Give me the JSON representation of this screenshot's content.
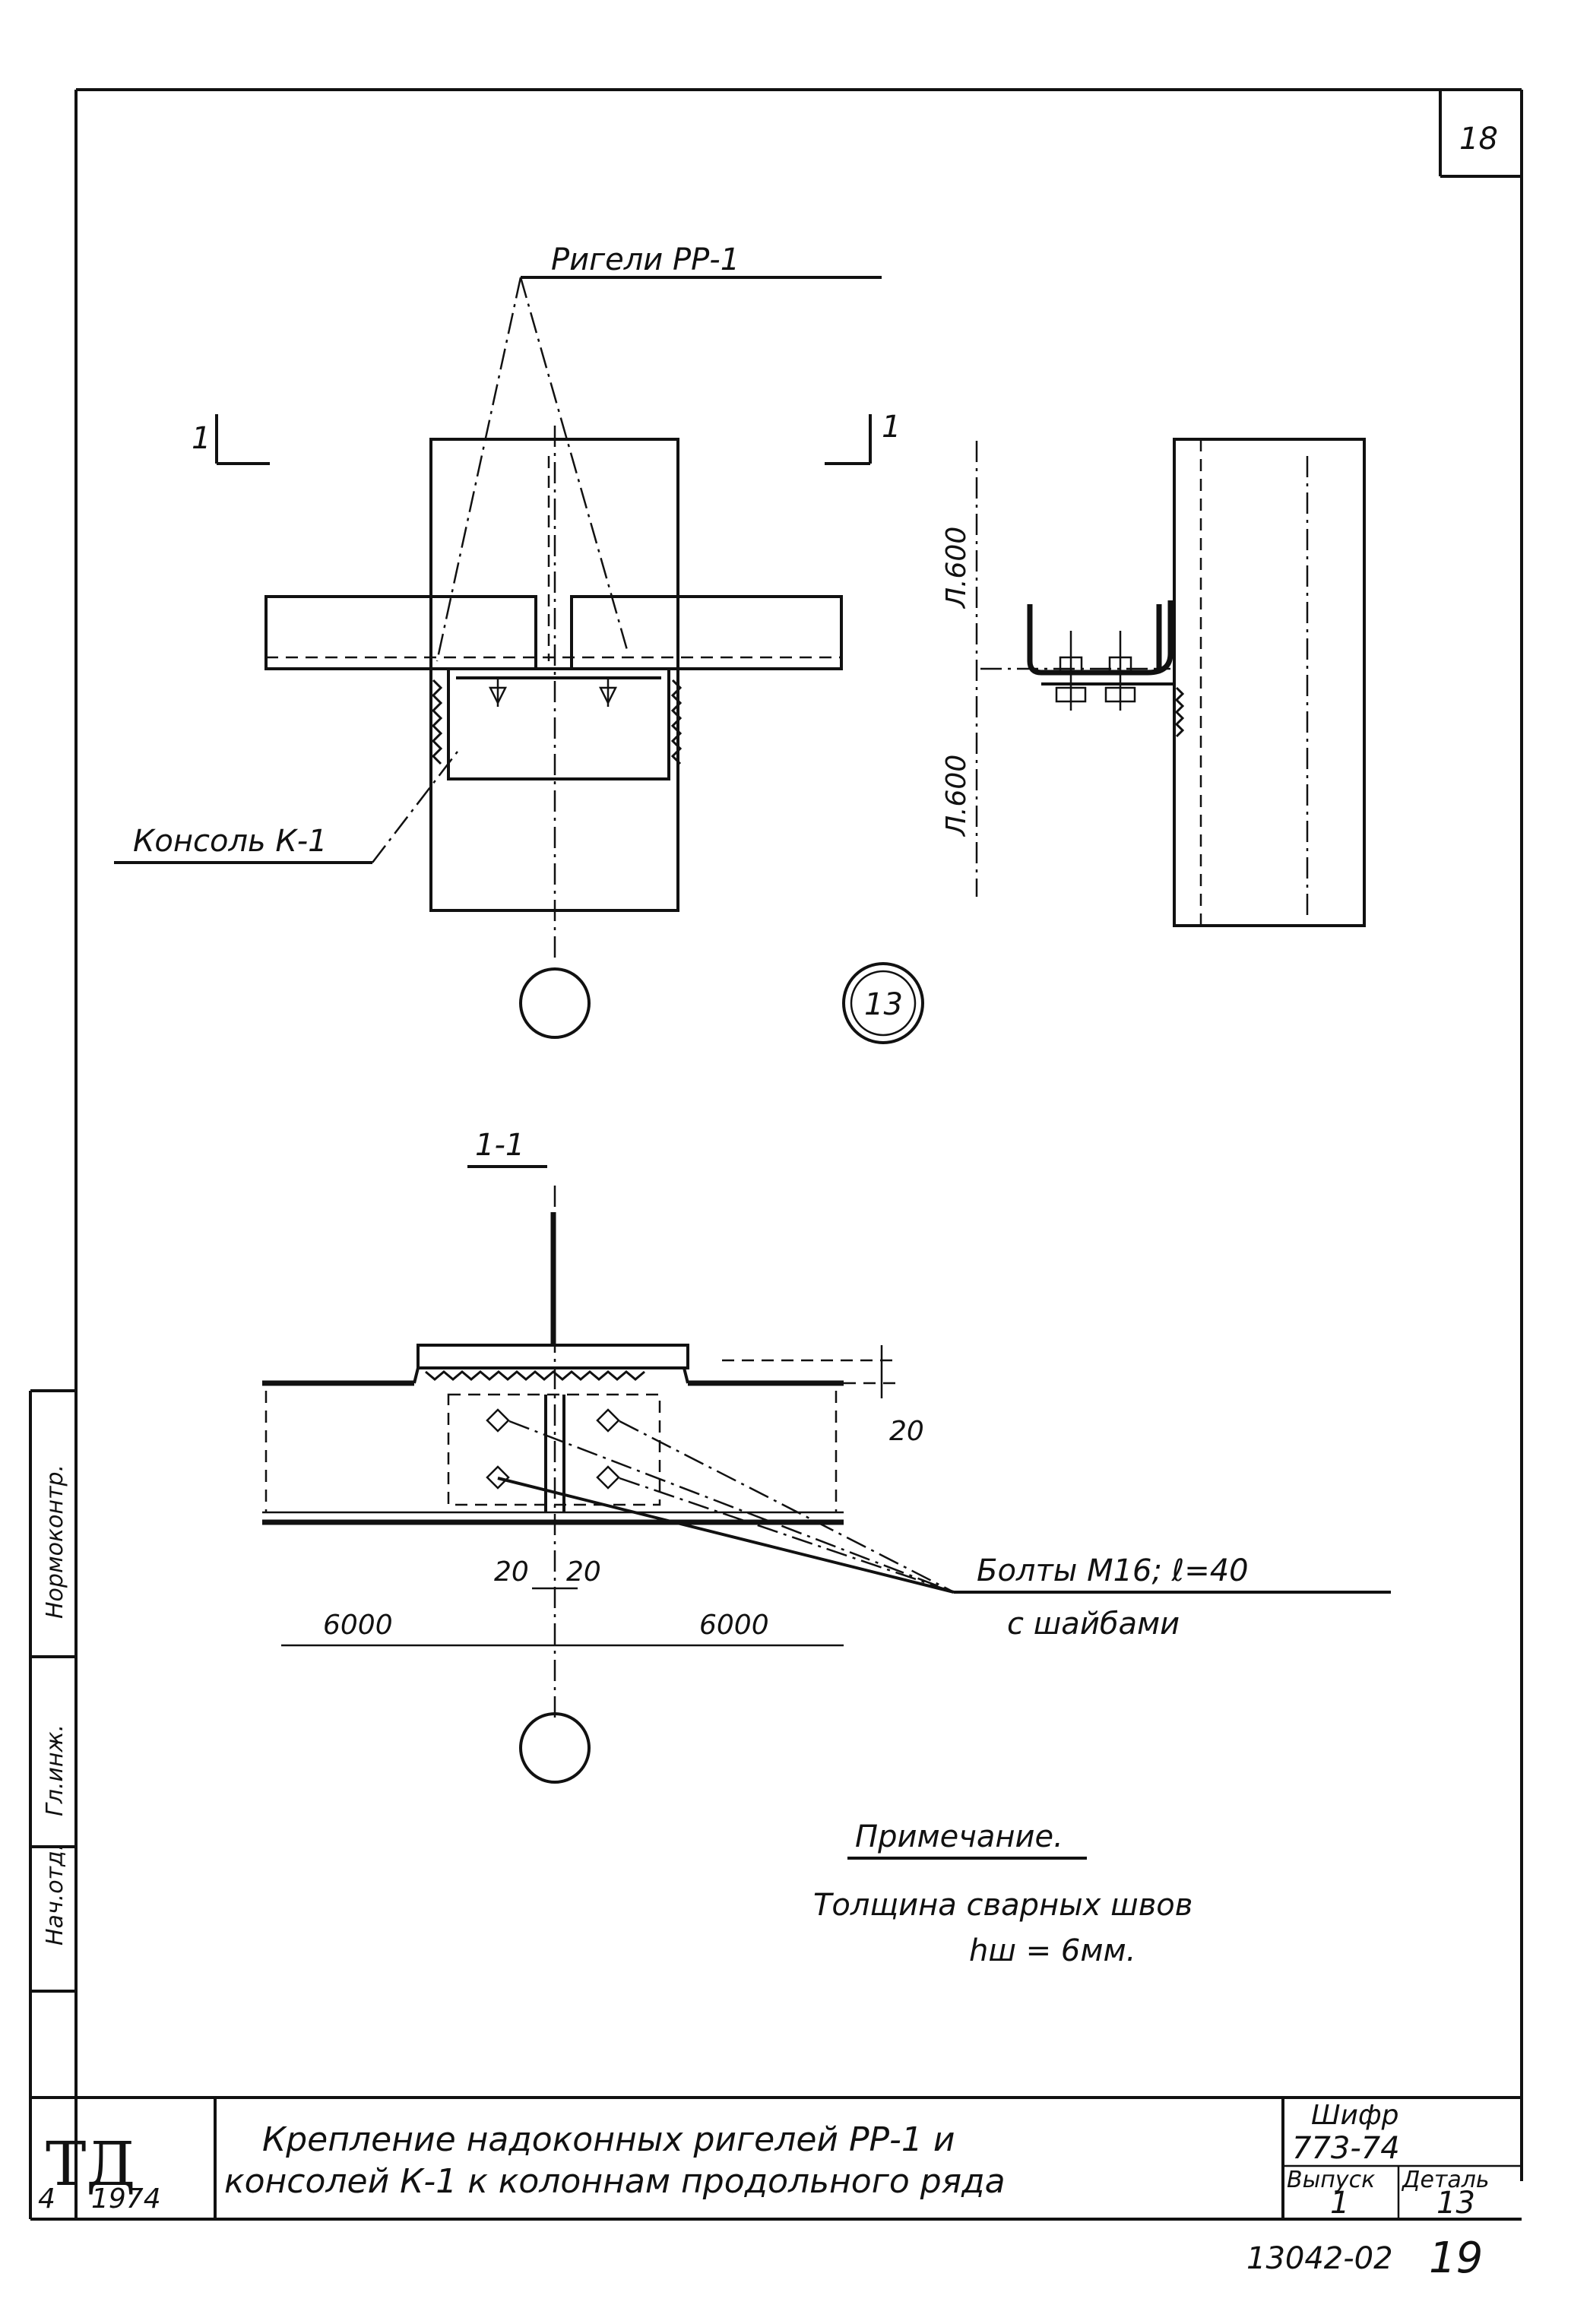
{
  "sheet": {
    "sheet_number": "18",
    "detail_marker": "13",
    "labels": {
      "rigels": "Ригели РР-1",
      "console": "Консоль К-1",
      "section_mark_left": "1",
      "section_mark_right": "1",
      "elev_upper": "Л.600",
      "elev_lower": "Л.600",
      "section_title": "1-1",
      "dim_20_right": "20",
      "dim_20_left": "20",
      "dim_20_mid": "20",
      "span_left": "6000",
      "span_right": "6000",
      "bolts_line1": "Болты М16; ℓ=40",
      "bolts_line2": "с шайбами"
    },
    "note": {
      "heading": "Примечание.",
      "line1": "Толщина сварных швов",
      "line2": "hш = 6мм."
    },
    "title_block": {
      "org": "ТД",
      "year": "1974",
      "left_margin_number": "4",
      "title_line1": "Крепление надоконных ригелей РР-1 и",
      "title_line2": "консолей К-1 к колоннам продольного ряда",
      "cipher_label": "Шифр",
      "cipher_value": "773-74",
      "issue_label": "Выпуск",
      "issue_value": "1",
      "detail_label": "Деталь",
      "detail_value": "13"
    },
    "stamp": {
      "code": "13042-02",
      "page": "19"
    },
    "side_strip": [
      "Нач.отд.",
      "Гл.инж.",
      "Нормоконтр."
    ]
  }
}
